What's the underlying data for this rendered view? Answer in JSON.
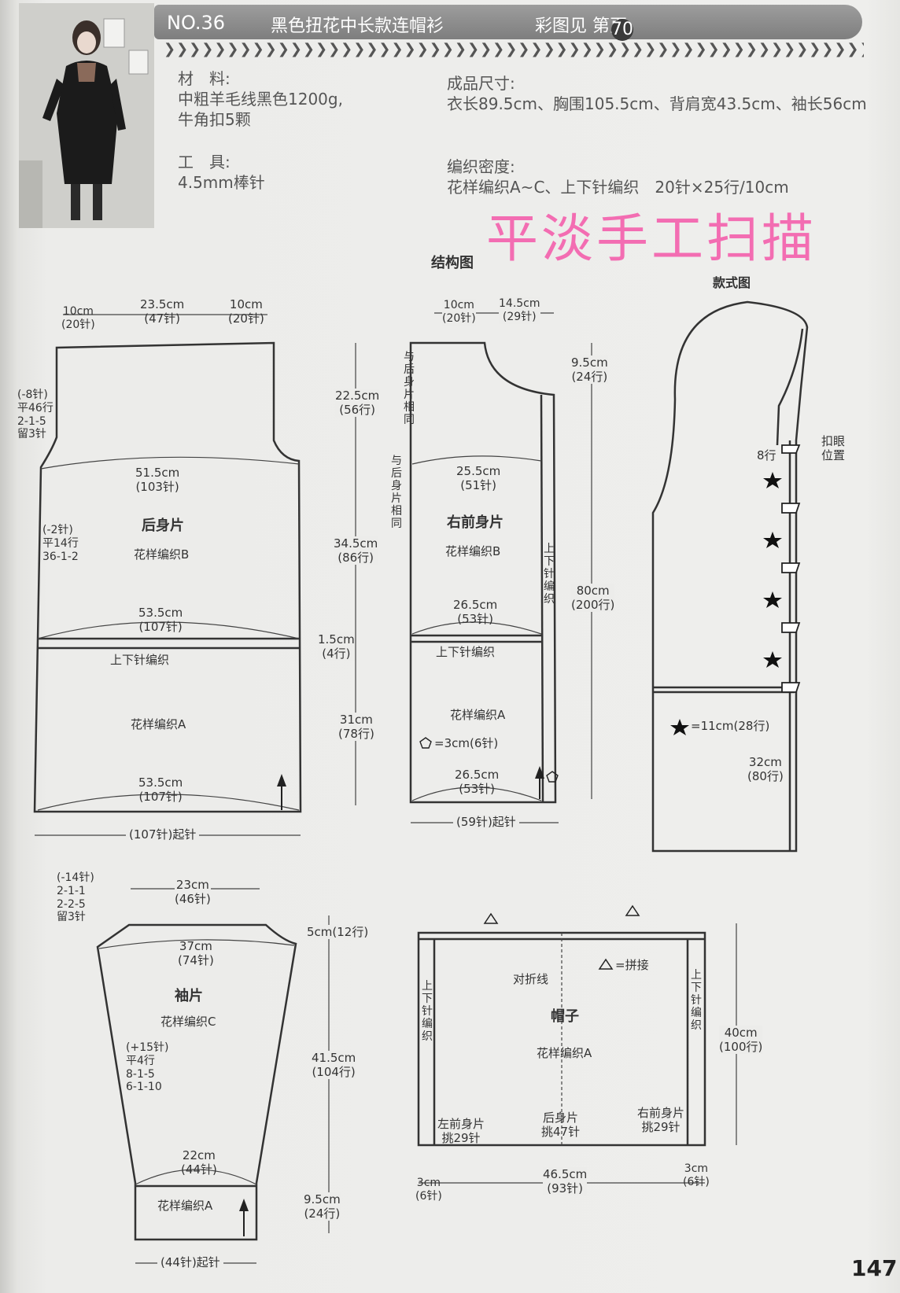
{
  "header": {
    "number": "NO.36",
    "title": "黑色扭花中长款连帽衫",
    "color_ref_prefix": "彩图见",
    "page_label_pre": "第",
    "page_ref": "70",
    "page_label_post": "页"
  },
  "info": {
    "materials_label": "材　料:",
    "materials_line1": "中粗羊毛线黑色1200g,",
    "materials_line2": "牛角扣5颗",
    "tools_label": "工　具:",
    "tools_value": "4.5mm棒针",
    "size_label": "成品尺寸:",
    "size_value": "衣长89.5cm、胸围105.5cm、背肩宽43.5cm、袖长56cm",
    "gauge_label": "编织密度:",
    "gauge_value": "花样编织A~C、上下针编织　20针×25行/10cm"
  },
  "watermark": "平淡手工扫描",
  "structure_title": "结构图",
  "style_title": "款式图",
  "back": {
    "top_left": "10cm\n(20针)",
    "top_mid": "23.5cm\n(47针)",
    "top_right": "10cm\n(20针)",
    "armhole_note": "(-8针)\n平46行\n2-1-5\n留3针",
    "chest": "51.5cm\n(103针)",
    "name": "后身片",
    "pattern": "花样编织B",
    "side_note": "(-2针)\n平14行\n36-1-2",
    "waist": "53.5cm\n(107针)",
    "rib_label": "上下针编织",
    "pattern_a": "花样编织A",
    "hem": "53.5cm\n(107针)",
    "cast_on": "(107针)起针",
    "dim1": "22.5cm\n(56行)",
    "dim2": "34.5cm\n(86行)",
    "dim3": "1.5cm\n(4行)",
    "dim4": "31cm\n(78行)"
  },
  "front": {
    "top_left": "10cm\n(20针)",
    "top_right": "14.5cm\n(29针)",
    "same_as_back1": "与后身片相同",
    "same_as_back2": "与后身片相同",
    "chest": "25.5cm\n(51针)",
    "name": "右前身片",
    "pattern": "花样编织B",
    "band": "上下针编织",
    "waist": "26.5cm\n(53针)",
    "rib_label": "上下针编织",
    "pattern_a": "花样编织A",
    "pentagon_note": "=3cm(6针)",
    "hem": "26.5cm\n(53针)",
    "cast_on": "(59针)起针",
    "dim1": "9.5cm\n(24行)",
    "dim2": "80cm\n(200行)"
  },
  "style": {
    "rows": "8行",
    "buttonhole": "扣眼\n位置",
    "star_note": "=11cm(28行)",
    "dim": "32cm\n(80行)"
  },
  "sleeve": {
    "top_note": "(-14针)\n2-1-1\n2-2-5\n留3针",
    "top": "23cm\n(46针)",
    "upper": "37cm\n(74针)",
    "name": "袖片",
    "pattern": "花样编织C",
    "inc_note": "(+15针)\n平4行\n8-1-5\n6-1-10",
    "lower": "22cm\n(44针)",
    "pattern_a": "花样编织A",
    "cast_on": "(44针)起针",
    "dim1": "5cm(12行)",
    "dim2": "41.5cm\n(104行)",
    "dim3": "9.5cm\n(24行)"
  },
  "hood": {
    "triangle_note": "=拼接",
    "fold_line": "对折线",
    "name": "帽子",
    "pattern": "花样编织A",
    "left_band": "上下针编织",
    "right_band": "上下针编织",
    "left_pick": "左前身片\n挑29针",
    "back_pick": "后身片\n挑47针",
    "right_pick": "右前身片\n挑29针",
    "height": "40cm\n(100行)",
    "width": "46.5cm\n(93针)",
    "band_left": "3cm\n(6针)",
    "band_right": "3cm\n(6针)"
  },
  "page_number": "147"
}
